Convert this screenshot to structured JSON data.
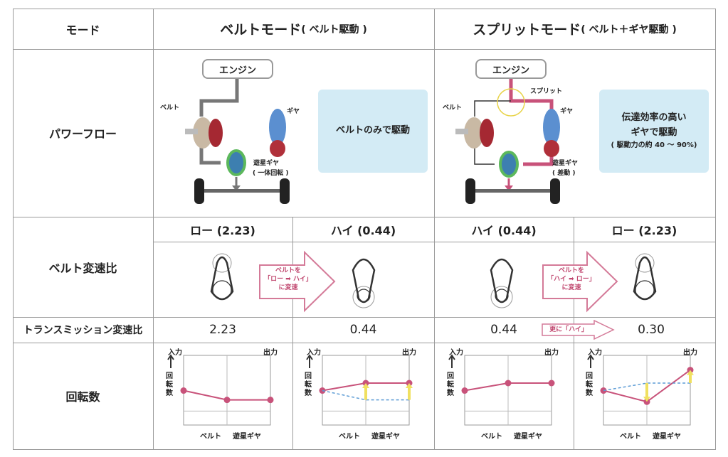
{
  "header": {
    "mode_label": "モード",
    "belt_mode": "ベルトモード",
    "belt_mode_sub": "( ベルト駆動 )",
    "split_mode": "スプリットモード",
    "split_mode_sub": "( ベルト＋ギヤ駆動 )"
  },
  "rows": {
    "power_flow": "パワーフロー",
    "belt_ratio": "ベルト変速比",
    "trans_ratio": "トランスミッション変速比",
    "rpm": "回転数"
  },
  "power_flow": {
    "belt": {
      "engine": "エンジン",
      "belt": "ベルト",
      "gear": "ギヤ",
      "planetary": "遊星ギヤ",
      "planetary_note": "( 一体回転 )",
      "info": "ベルトのみで駆動"
    },
    "split": {
      "engine": "エンジン",
      "split": "スプリット",
      "belt": "ベルト",
      "gear": "ギヤ",
      "planetary": "遊星ギヤ",
      "planetary_note": "( 差動 )",
      "info_line1": "伝達効率の高い",
      "info_line2": "ギヤで駆動",
      "info_line3": "( 駆動力の約 40 ～ 90%)"
    }
  },
  "belt_ratios": [
    "ロー (2.23)",
    "ハイ (0.44)",
    "ハイ (0.44)",
    "ロー (2.23)"
  ],
  "shift_arrows": [
    {
      "l1": "ベルトを",
      "l2": "「ロー ➡ ハイ」",
      "l3": "に変速"
    },
    {
      "l1": "ベルトを",
      "l2": "「ハイ ➡ ロー」",
      "l3": "に変速"
    }
  ],
  "trans_ratios": [
    "2.23",
    "0.44",
    "0.44",
    "0.30"
  ],
  "further_high": "更に「ハイ」",
  "rpm_chart": {
    "input": "入力",
    "output": "出力",
    "y_label": "回転数",
    "belt": "ベルト",
    "planetary": "遊星ギヤ"
  },
  "chart_data": [
    {
      "type": "line",
      "categories": [
        "入力",
        "ベルト",
        "遊星ギヤ"
      ],
      "series": [
        {
          "name": "solid",
          "values": [
            0.55,
            0.3,
            0.3
          ]
        }
      ]
    },
    {
      "type": "line",
      "categories": [
        "入力",
        "ベルト",
        "遊星ギヤ"
      ],
      "series": [
        {
          "name": "solid",
          "values": [
            0.55,
            0.75,
            0.75
          ]
        },
        {
          "name": "dashed",
          "values": [
            0.55,
            0.3,
            0.3
          ]
        }
      ]
    },
    {
      "type": "line",
      "categories": [
        "入力",
        "ベルト",
        "遊星ギヤ"
      ],
      "series": [
        {
          "name": "solid",
          "values": [
            0.55,
            0.75,
            0.75
          ]
        }
      ]
    },
    {
      "type": "line",
      "categories": [
        "入力",
        "ベルト",
        "遊星ギヤ"
      ],
      "series": [
        {
          "name": "solid",
          "values": [
            0.55,
            0.25,
            1.1
          ]
        },
        {
          "name": "dashed",
          "values": [
            0.55,
            0.75,
            0.75
          ]
        }
      ]
    }
  ],
  "colors": {
    "accent": "#c8527a",
    "info_bg": "#d3ebf5",
    "line": "#9a9a9a"
  }
}
